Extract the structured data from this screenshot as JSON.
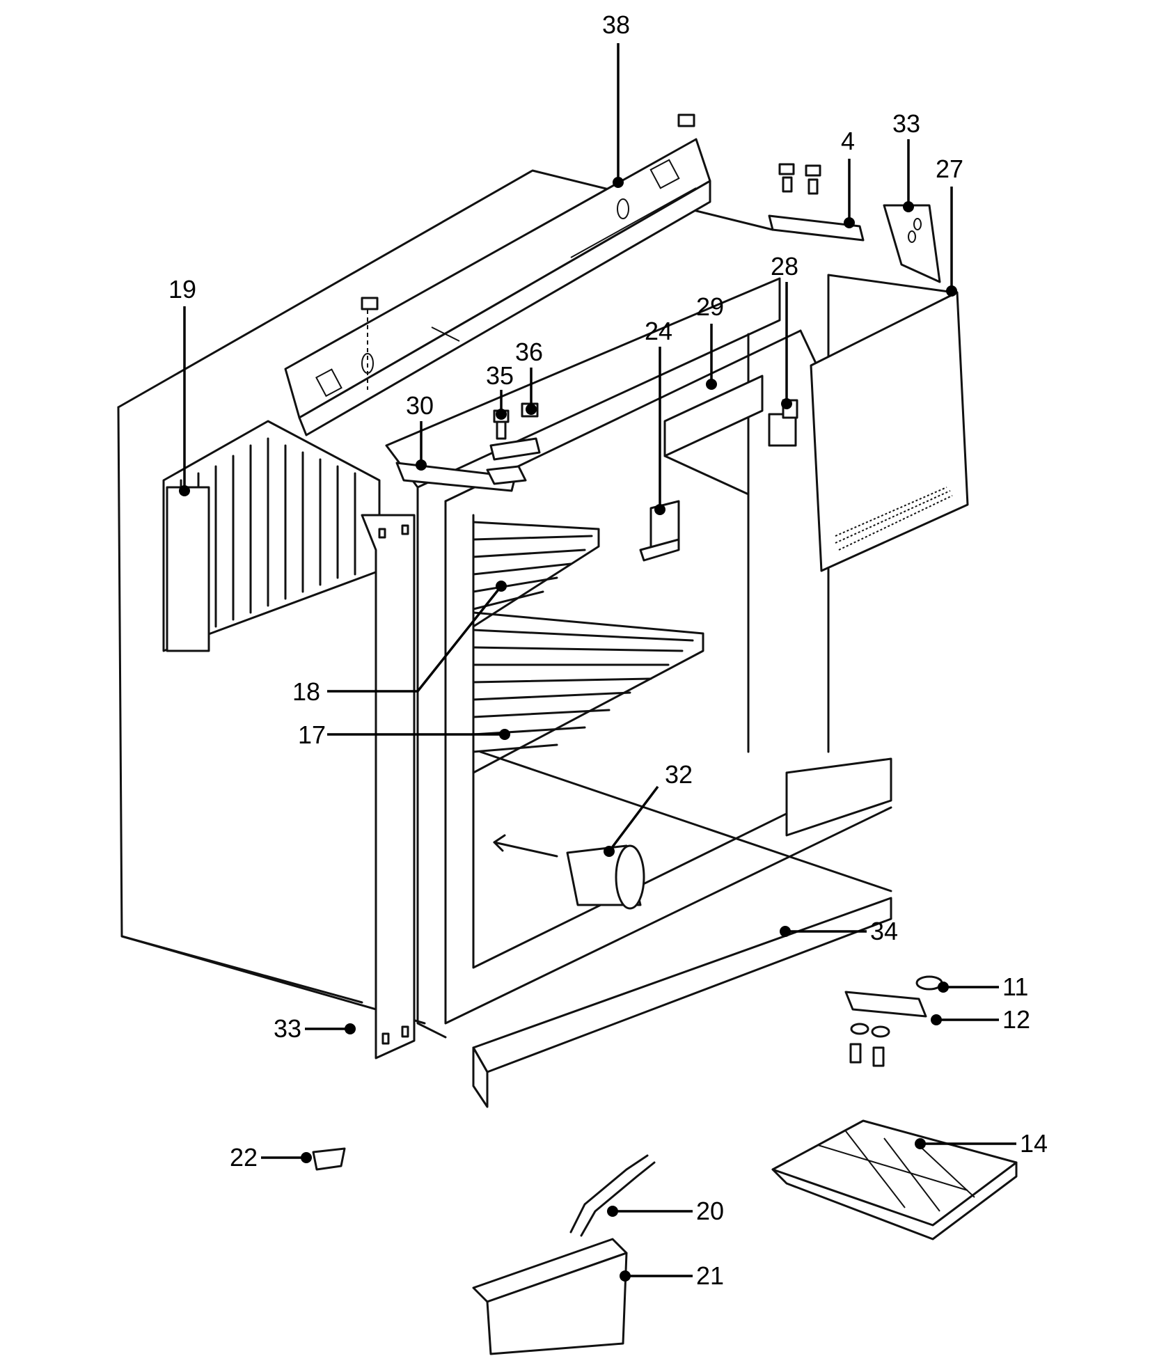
{
  "part_labels": {
    "p38": "38",
    "p4": "4",
    "p33_top": "33",
    "p27": "27",
    "p19": "19",
    "p28": "28",
    "p29": "29",
    "p24": "24",
    "p36": "36",
    "p35": "35",
    "p30": "30",
    "p18": "18",
    "p17": "17",
    "p32": "32",
    "p34": "34",
    "p11": "11",
    "p12": "12",
    "p33_bottom": "33",
    "p14": "14",
    "p22": "22",
    "p20": "20",
    "p21": "21"
  }
}
